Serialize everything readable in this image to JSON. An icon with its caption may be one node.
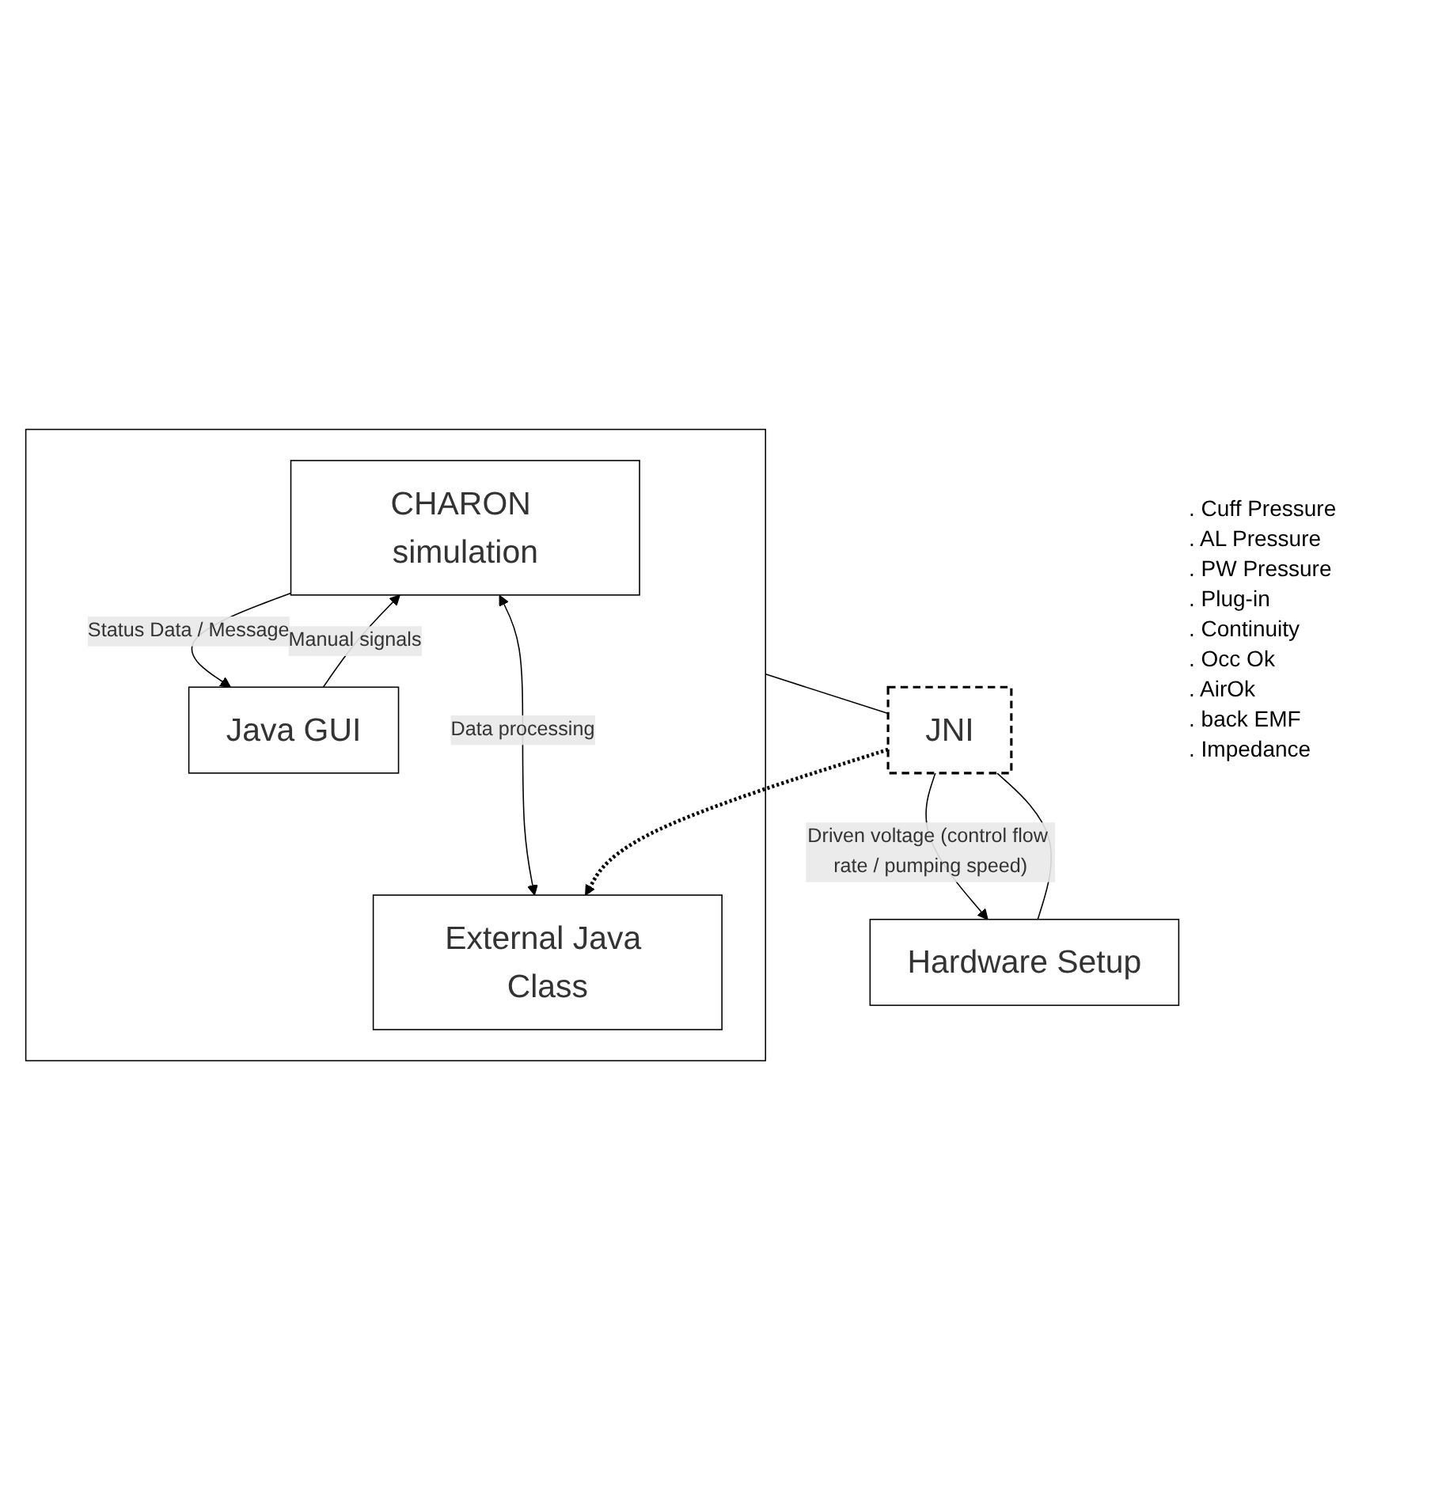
{
  "diagram": {
    "nodes": [
      {
        "text": [],
        "shape": "box"
      },
      {
        "text": [
          "CHARON simulation"
        ],
        "in": 0
      },
      {
        "text": [
          "Java GUI"
        ],
        "in": 0
      },
      {
        "text": [
          "External Java Class"
        ],
        "in": 0
      },
      {
        "text": [
          "JNI"
        ]
      },
      {
        "text": [
          "Hardware Setup"
        ]
      }
    ],
    "edges": [
      {
        "from": 1,
        "to": 2,
        "arrow": "to",
        "label": "Status Data / Message"
      },
      {
        "from": 2,
        "to": 1,
        "arrow": "to",
        "label": "Manual signals"
      },
      {
        "from": 1,
        "to": 3,
        "arrow": "both",
        "label": "Data processing"
      },
      {
        "from": 0,
        "to": 4,
        "arrow": "none"
      },
      {
        "from": 4,
        "to": 5,
        "arrow": "to",
        "label": "Driven voltage (control flow rate / pumping speed)"
      },
      {
        "from": 5,
        "to": 4,
        "arrow": "none"
      },
      {
        "from": 4,
        "to": 3,
        "arrow": "to",
        "style": "dashed"
      }
    ],
    "labels": [
      ". Cuff Pressure",
      ". AL Pressure",
      ". PW Pressure",
      ". Plug-in",
      ". Continuity",
      ". Occ Ok",
      ". AirOk",
      ". back EMF",
      ". Impedance"
    ]
  }
}
